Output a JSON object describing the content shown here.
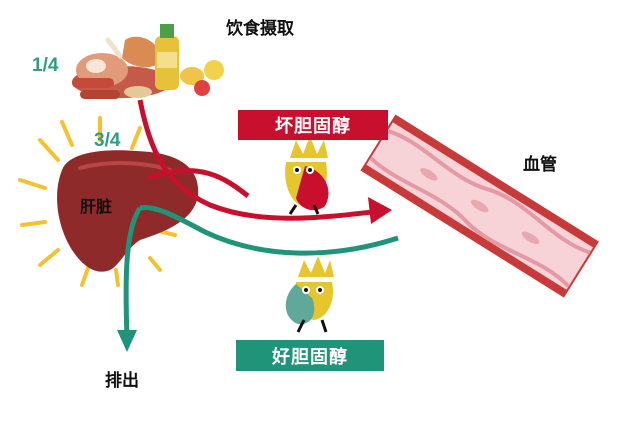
{
  "labels": {
    "diet_intake": "饮食摄取",
    "fraction_diet": "1/4",
    "fraction_liver": "3/4",
    "liver": "肝脏",
    "blood_vessel": "血管",
    "excretion": "排出",
    "bad_cholesterol": "坏胆固醇",
    "good_cholesterol": "好胆固醇"
  },
  "colors": {
    "bad_path": "#c8102e",
    "good_path": "#1f9478",
    "bad_banner": "#c8102e",
    "good_banner": "#1f9478",
    "liver": "#8f2a2a",
    "sun_rays": "#f2c230",
    "vessel_wall": "#c83a3a",
    "vessel_inner": "#f7d2d6",
    "fraction_text": "#2e9c86"
  }
}
